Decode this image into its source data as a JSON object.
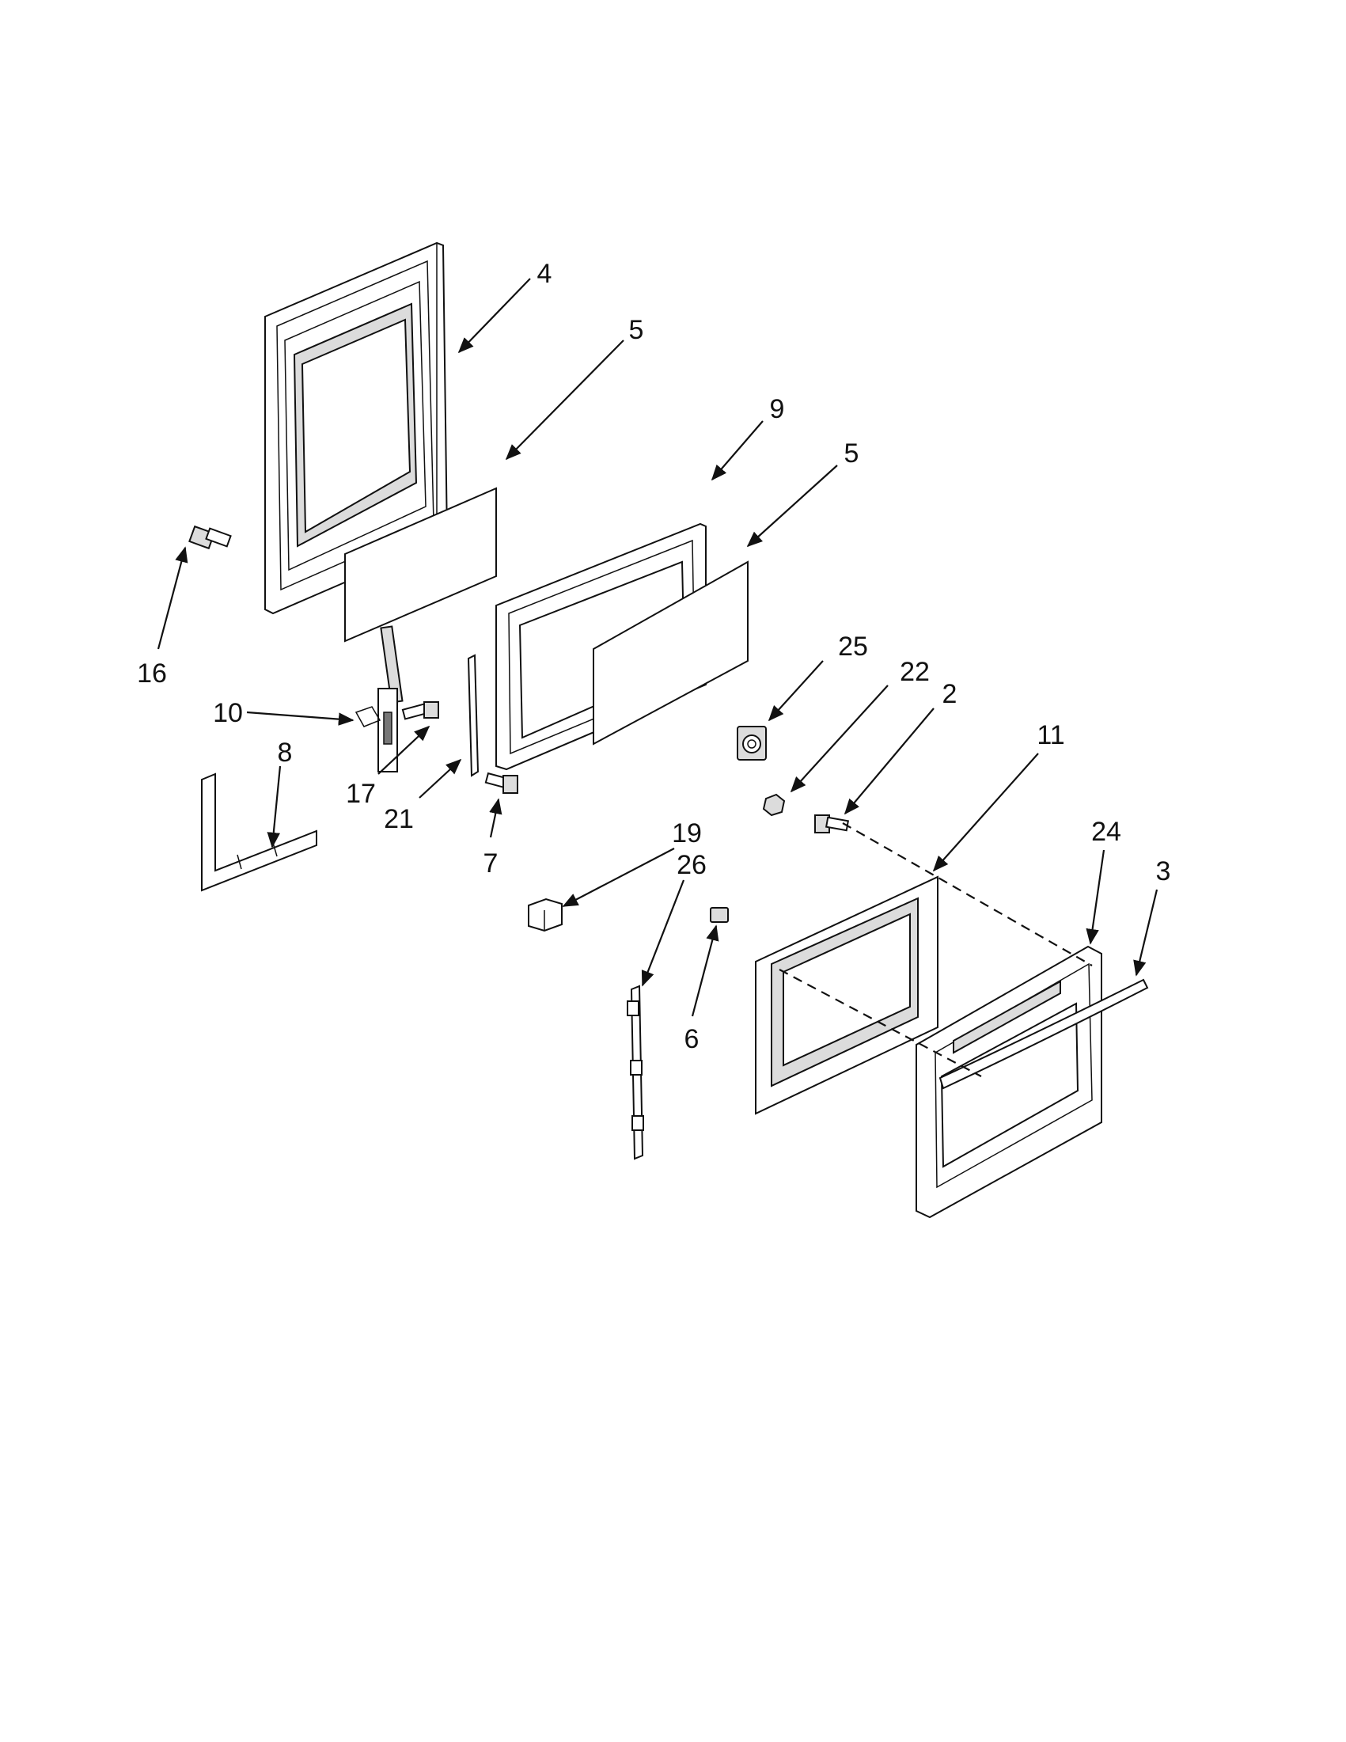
{
  "diagram": {
    "callouts": [
      {
        "id": "c4",
        "label": "4"
      },
      {
        "id": "c5a",
        "label": "5"
      },
      {
        "id": "c9",
        "label": "9"
      },
      {
        "id": "c5b",
        "label": "5"
      },
      {
        "id": "c16",
        "label": "16"
      },
      {
        "id": "c10",
        "label": "10"
      },
      {
        "id": "c8",
        "label": "8"
      },
      {
        "id": "c17",
        "label": "17"
      },
      {
        "id": "c21",
        "label": "21"
      },
      {
        "id": "c7",
        "label": "7"
      },
      {
        "id": "c25",
        "label": "25"
      },
      {
        "id": "c22",
        "label": "22"
      },
      {
        "id": "c2",
        "label": "2"
      },
      {
        "id": "c11",
        "label": "11"
      },
      {
        "id": "c19",
        "label": "19"
      },
      {
        "id": "c26",
        "label": "26"
      },
      {
        "id": "c24",
        "label": "24"
      },
      {
        "id": "c3",
        "label": "3"
      },
      {
        "id": "c6",
        "label": "6"
      }
    ]
  }
}
